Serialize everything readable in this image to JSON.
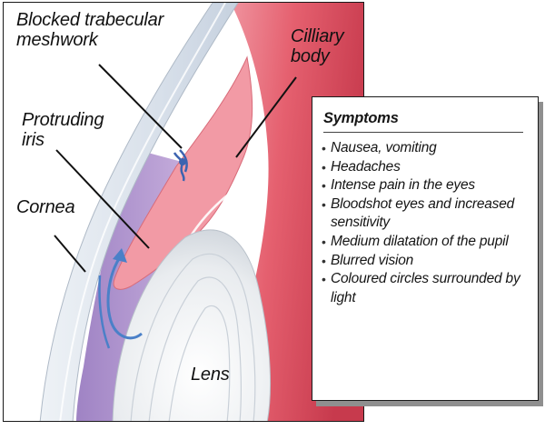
{
  "labels": {
    "trabecular": "Blocked trabecular\nmeshwork",
    "ciliary": "Cilliary\nbody",
    "iris": "Protruding\niris",
    "cornea": "Cornea",
    "lens": "Lens"
  },
  "symptoms": {
    "title": "Symptoms",
    "items": [
      "Nausea, vomiting",
      "Headaches",
      "Intense pain in the eyes",
      "Bloodshot eyes and increased sensitivity",
      "Medium dilatation of the pupil",
      "Blurred vision",
      "Coloured circles surrounded by light"
    ]
  },
  "colors": {
    "ciliary_body": "#e9707e",
    "iris": "#f4a0a7",
    "anterior_chamber": "#b79ad3",
    "cornea": "#dfe6ee",
    "lens": "#eceff2",
    "aqueous_flow": "#4a80c8"
  }
}
